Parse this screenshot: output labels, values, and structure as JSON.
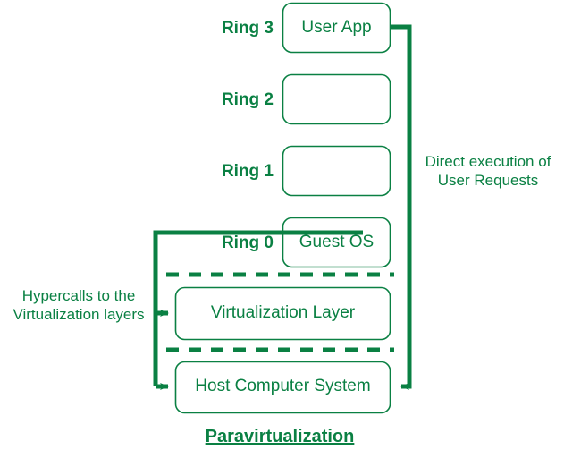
{
  "diagram": {
    "caption": "Paravirtualization",
    "accent_color": "#0a8043",
    "background_color": "#ffffff",
    "rings": [
      {
        "label": "Ring 3",
        "box_label": "User App"
      },
      {
        "label": "Ring 2",
        "box_label": ""
      },
      {
        "label": "Ring 1",
        "box_label": ""
      },
      {
        "label": "Ring 0",
        "box_label": "Guest OS"
      }
    ],
    "layers": [
      {
        "label": "Virtualization Layer"
      },
      {
        "label": "Host Computer System"
      }
    ],
    "annotations": [
      {
        "line1": "Hypercalls to the",
        "line2": "Virtualization layers"
      },
      {
        "line1": "Direct execution of",
        "line2": "User Requests"
      }
    ]
  }
}
